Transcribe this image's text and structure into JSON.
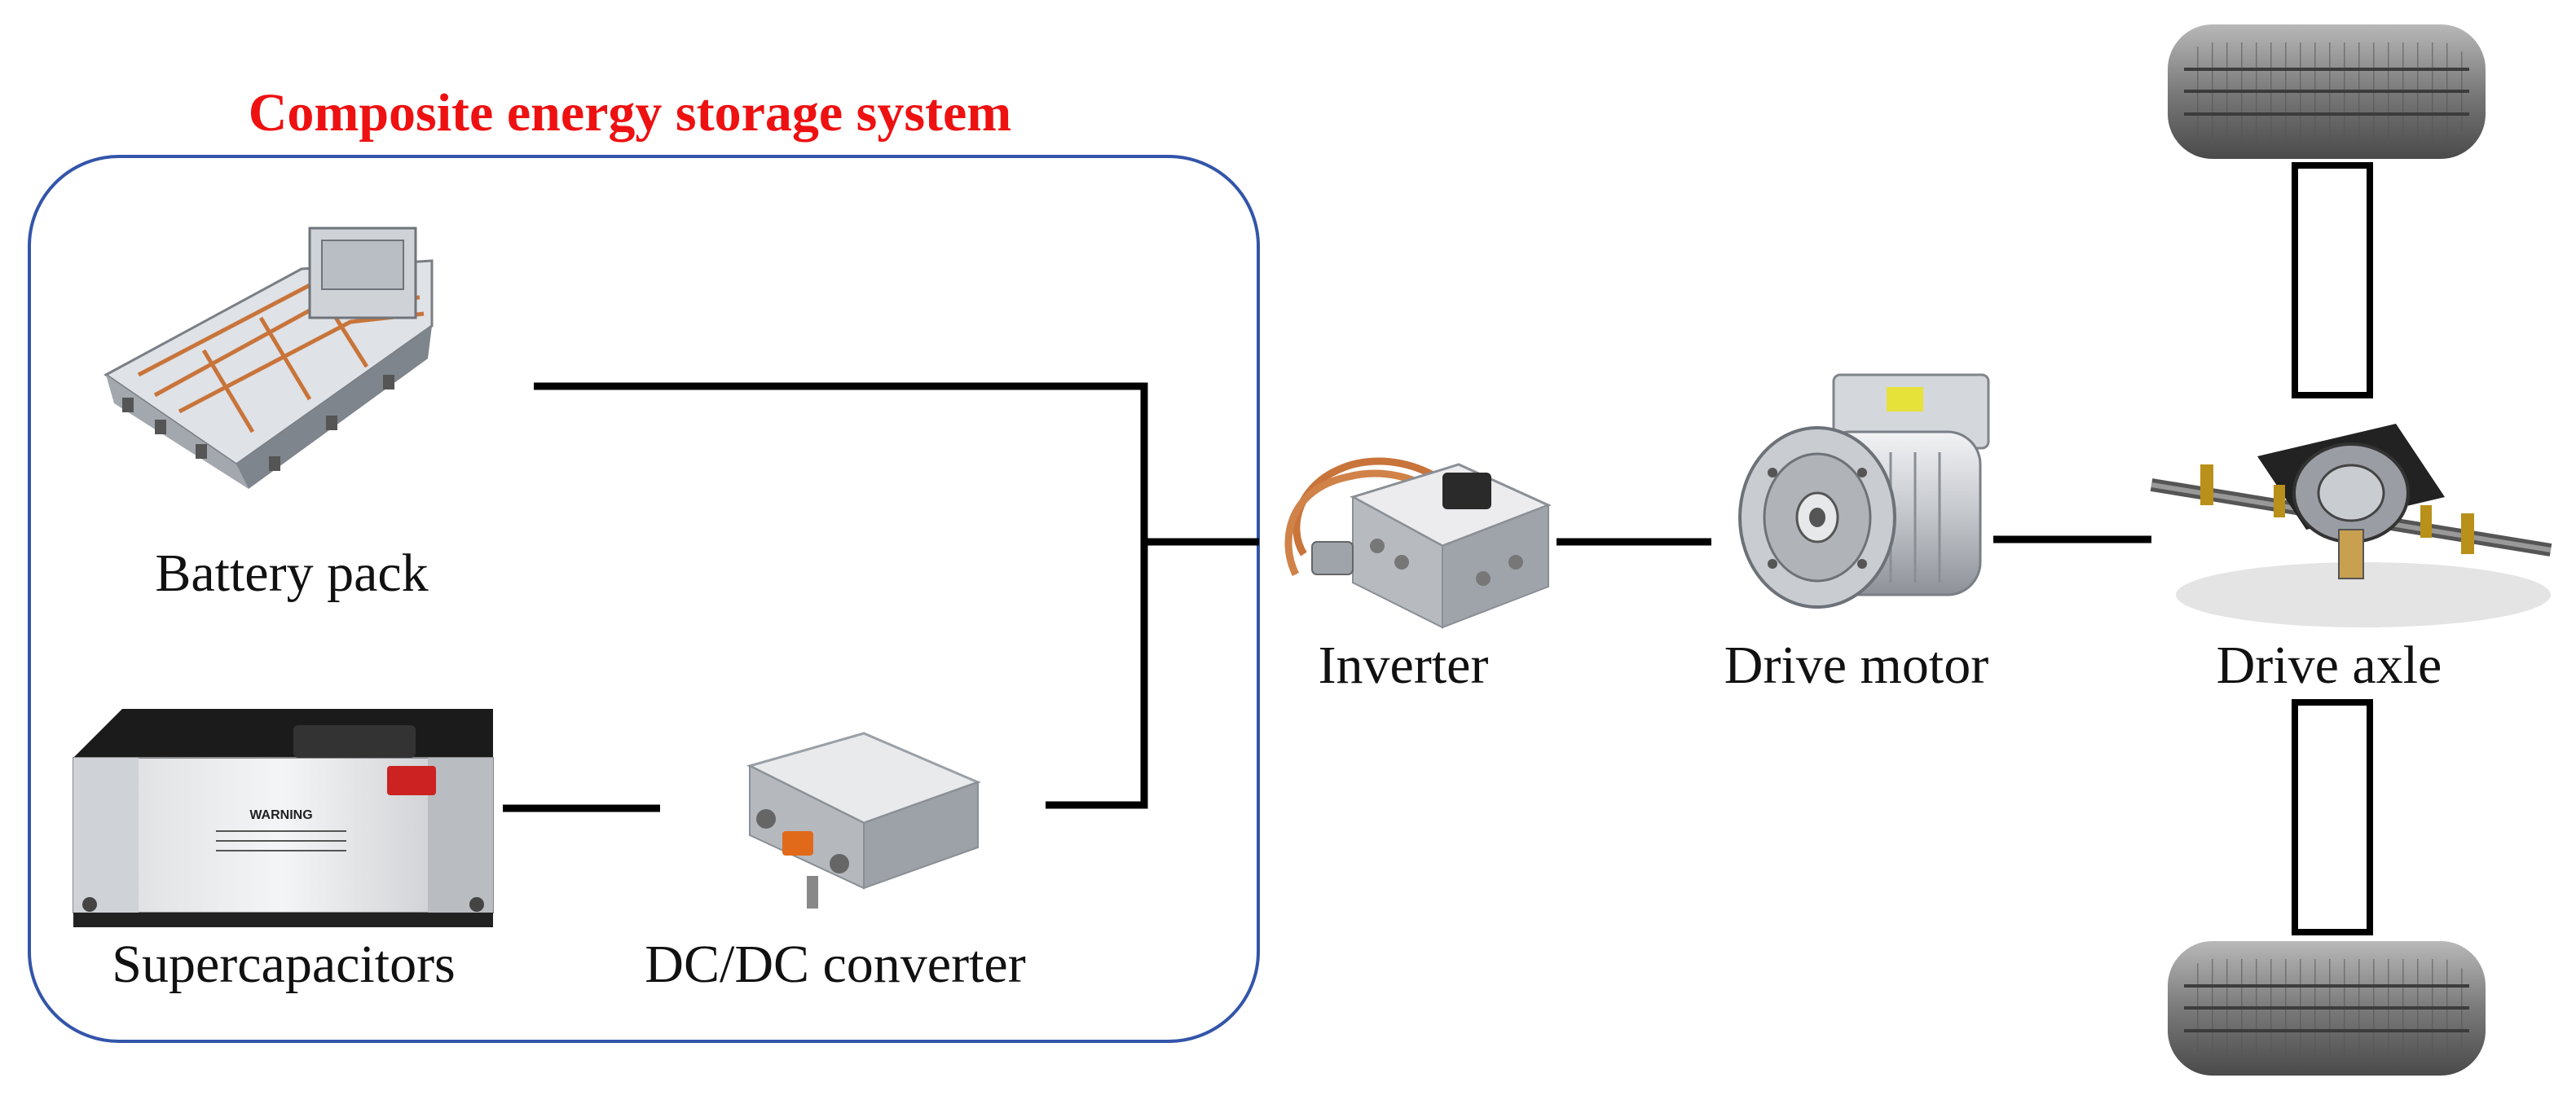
{
  "system": {
    "title": "Composite energy storage system",
    "title_color": "#ee1111",
    "border_color": "#3355aa"
  },
  "components": {
    "battery": {
      "label": "Battery pack",
      "icon": "battery-pack-icon"
    },
    "supercap": {
      "label": "Supercapacitors",
      "icon": "supercapacitor-module-icon"
    },
    "dcdc": {
      "label": "DC/DC converter",
      "icon": "dcdc-converter-icon"
    },
    "inverter": {
      "label": "Inverter",
      "icon": "inverter-icon"
    },
    "motor": {
      "label": "Drive motor",
      "icon": "electric-motor-icon"
    },
    "axle": {
      "label": "Drive axle",
      "icon": "drive-axle-icon"
    },
    "wheels": {
      "icon": "tire-icon"
    }
  },
  "colors": {
    "wire": "#000000",
    "copper": "#c8743a",
    "metal": "#c9ccd0",
    "tire": "#6a6a6a"
  }
}
